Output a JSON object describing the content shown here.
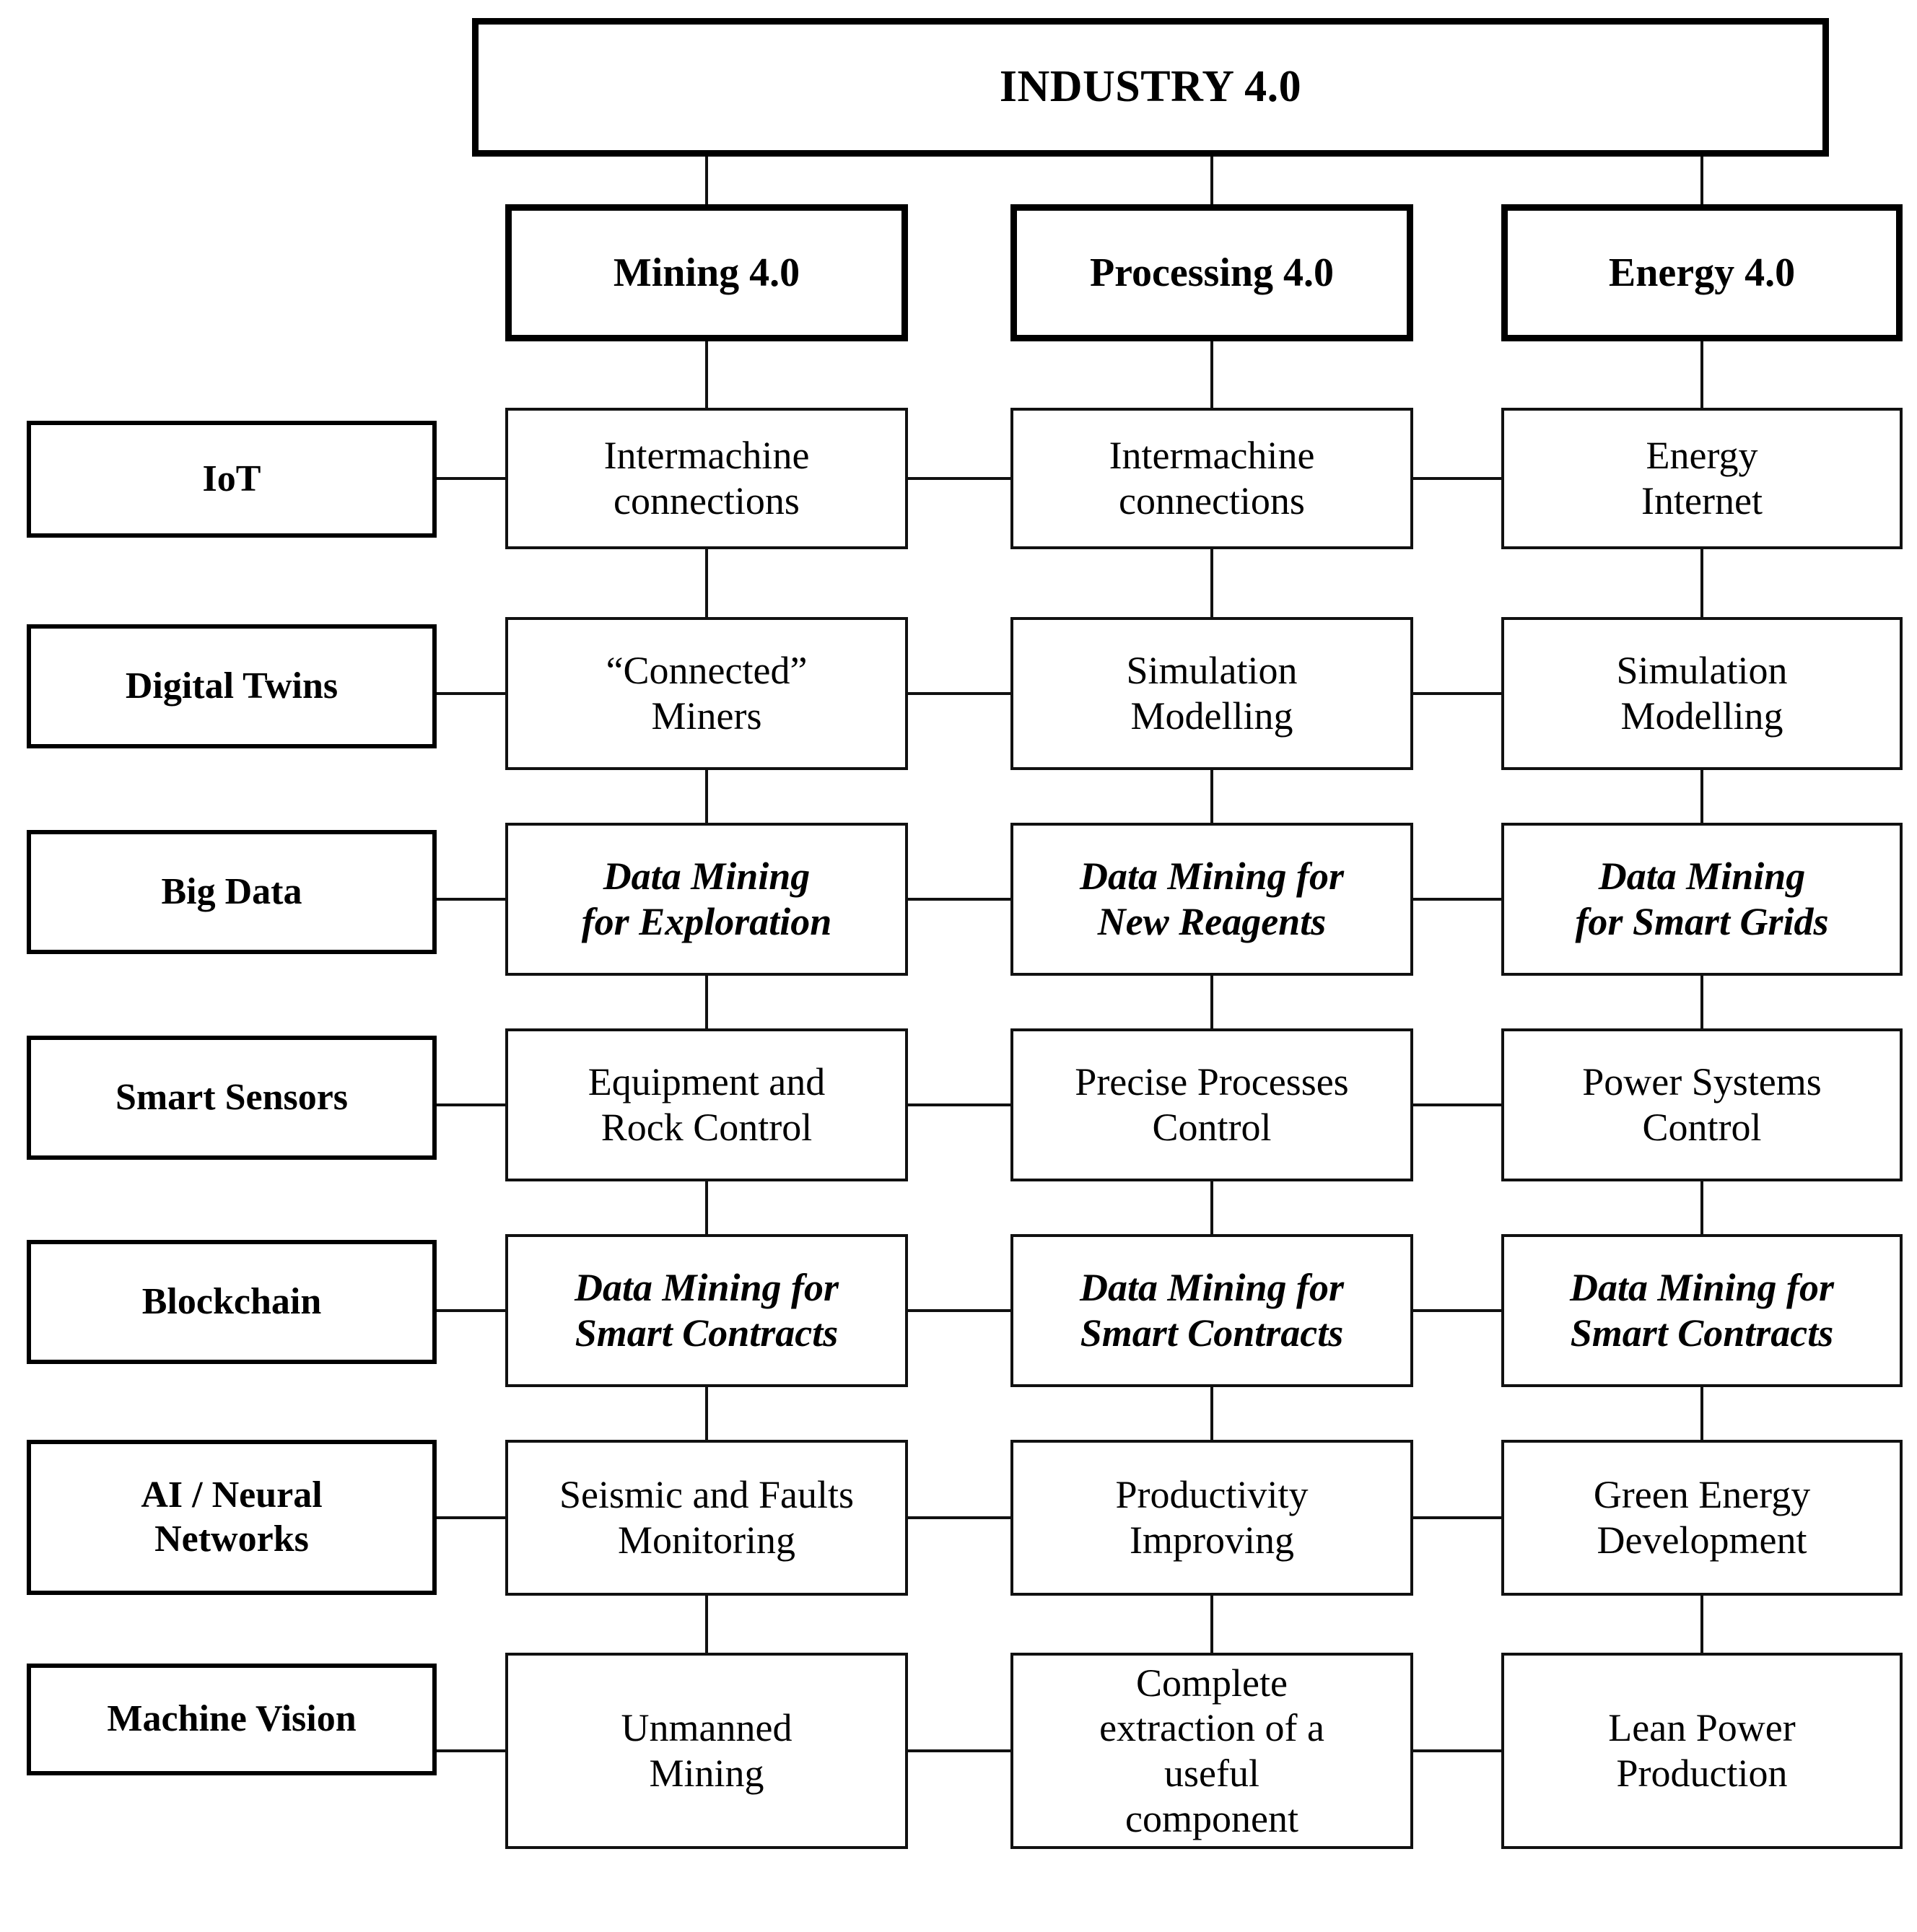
{
  "diagram": {
    "title": "INDUSTRY 4.0",
    "columns": [
      {
        "label": "Mining 4.0"
      },
      {
        "label": "Processing 4.0"
      },
      {
        "label": "Energy 4.0"
      }
    ],
    "rows": [
      {
        "label": "IoT",
        "emphasis": false,
        "cells": [
          {
            "lines": [
              "Intermachine",
              "connections"
            ]
          },
          {
            "lines": [
              "Intermachine",
              "connections"
            ]
          },
          {
            "lines": [
              "Energy",
              "Internet"
            ]
          }
        ]
      },
      {
        "label": "Digital Twins",
        "emphasis": false,
        "cells": [
          {
            "lines": [
              "“Connected”",
              "Miners"
            ]
          },
          {
            "lines": [
              "Simulation",
              "Modelling"
            ]
          },
          {
            "lines": [
              "Simulation",
              "Modelling"
            ]
          }
        ]
      },
      {
        "label": "Big Data",
        "emphasis": true,
        "cells": [
          {
            "lines": [
              "Data Mining",
              "for Exploration"
            ]
          },
          {
            "lines": [
              "Data Mining for",
              "New Reagents"
            ]
          },
          {
            "lines": [
              "Data Mining",
              "for Smart Grids"
            ]
          }
        ]
      },
      {
        "label": "Smart Sensors",
        "emphasis": false,
        "cells": [
          {
            "lines": [
              "Equipment and",
              "Rock Control"
            ]
          },
          {
            "lines": [
              "Precise Processes",
              "Control"
            ]
          },
          {
            "lines": [
              "Power Systems",
              "Control"
            ]
          }
        ]
      },
      {
        "label": "Blockchain",
        "emphasis": true,
        "cells": [
          {
            "lines": [
              "Data Mining for",
              "Smart Contracts"
            ]
          },
          {
            "lines": [
              "Data Mining for",
              "Smart Contracts"
            ]
          },
          {
            "lines": [
              "Data Mining for",
              "Smart Contracts"
            ]
          }
        ]
      },
      {
        "label": "AI / Neural\nNetworks",
        "emphasis": false,
        "cells": [
          {
            "lines": [
              "Seismic and Faults",
              "Monitoring"
            ]
          },
          {
            "lines": [
              "Productivity",
              "Improving"
            ]
          },
          {
            "lines": [
              "Green Energy",
              "Development"
            ]
          }
        ]
      },
      {
        "label": "Machine Vision",
        "emphasis": false,
        "cells": [
          {
            "lines": [
              "Unmanned",
              "Mining"
            ]
          },
          {
            "lines": [
              "Complete",
              "extraction of a",
              "useful",
              "component"
            ]
          },
          {
            "lines": [
              "Lean Power",
              "Production"
            ]
          }
        ]
      }
    ],
    "colors": {
      "line": "#111111",
      "background": "#ffffff"
    }
  }
}
